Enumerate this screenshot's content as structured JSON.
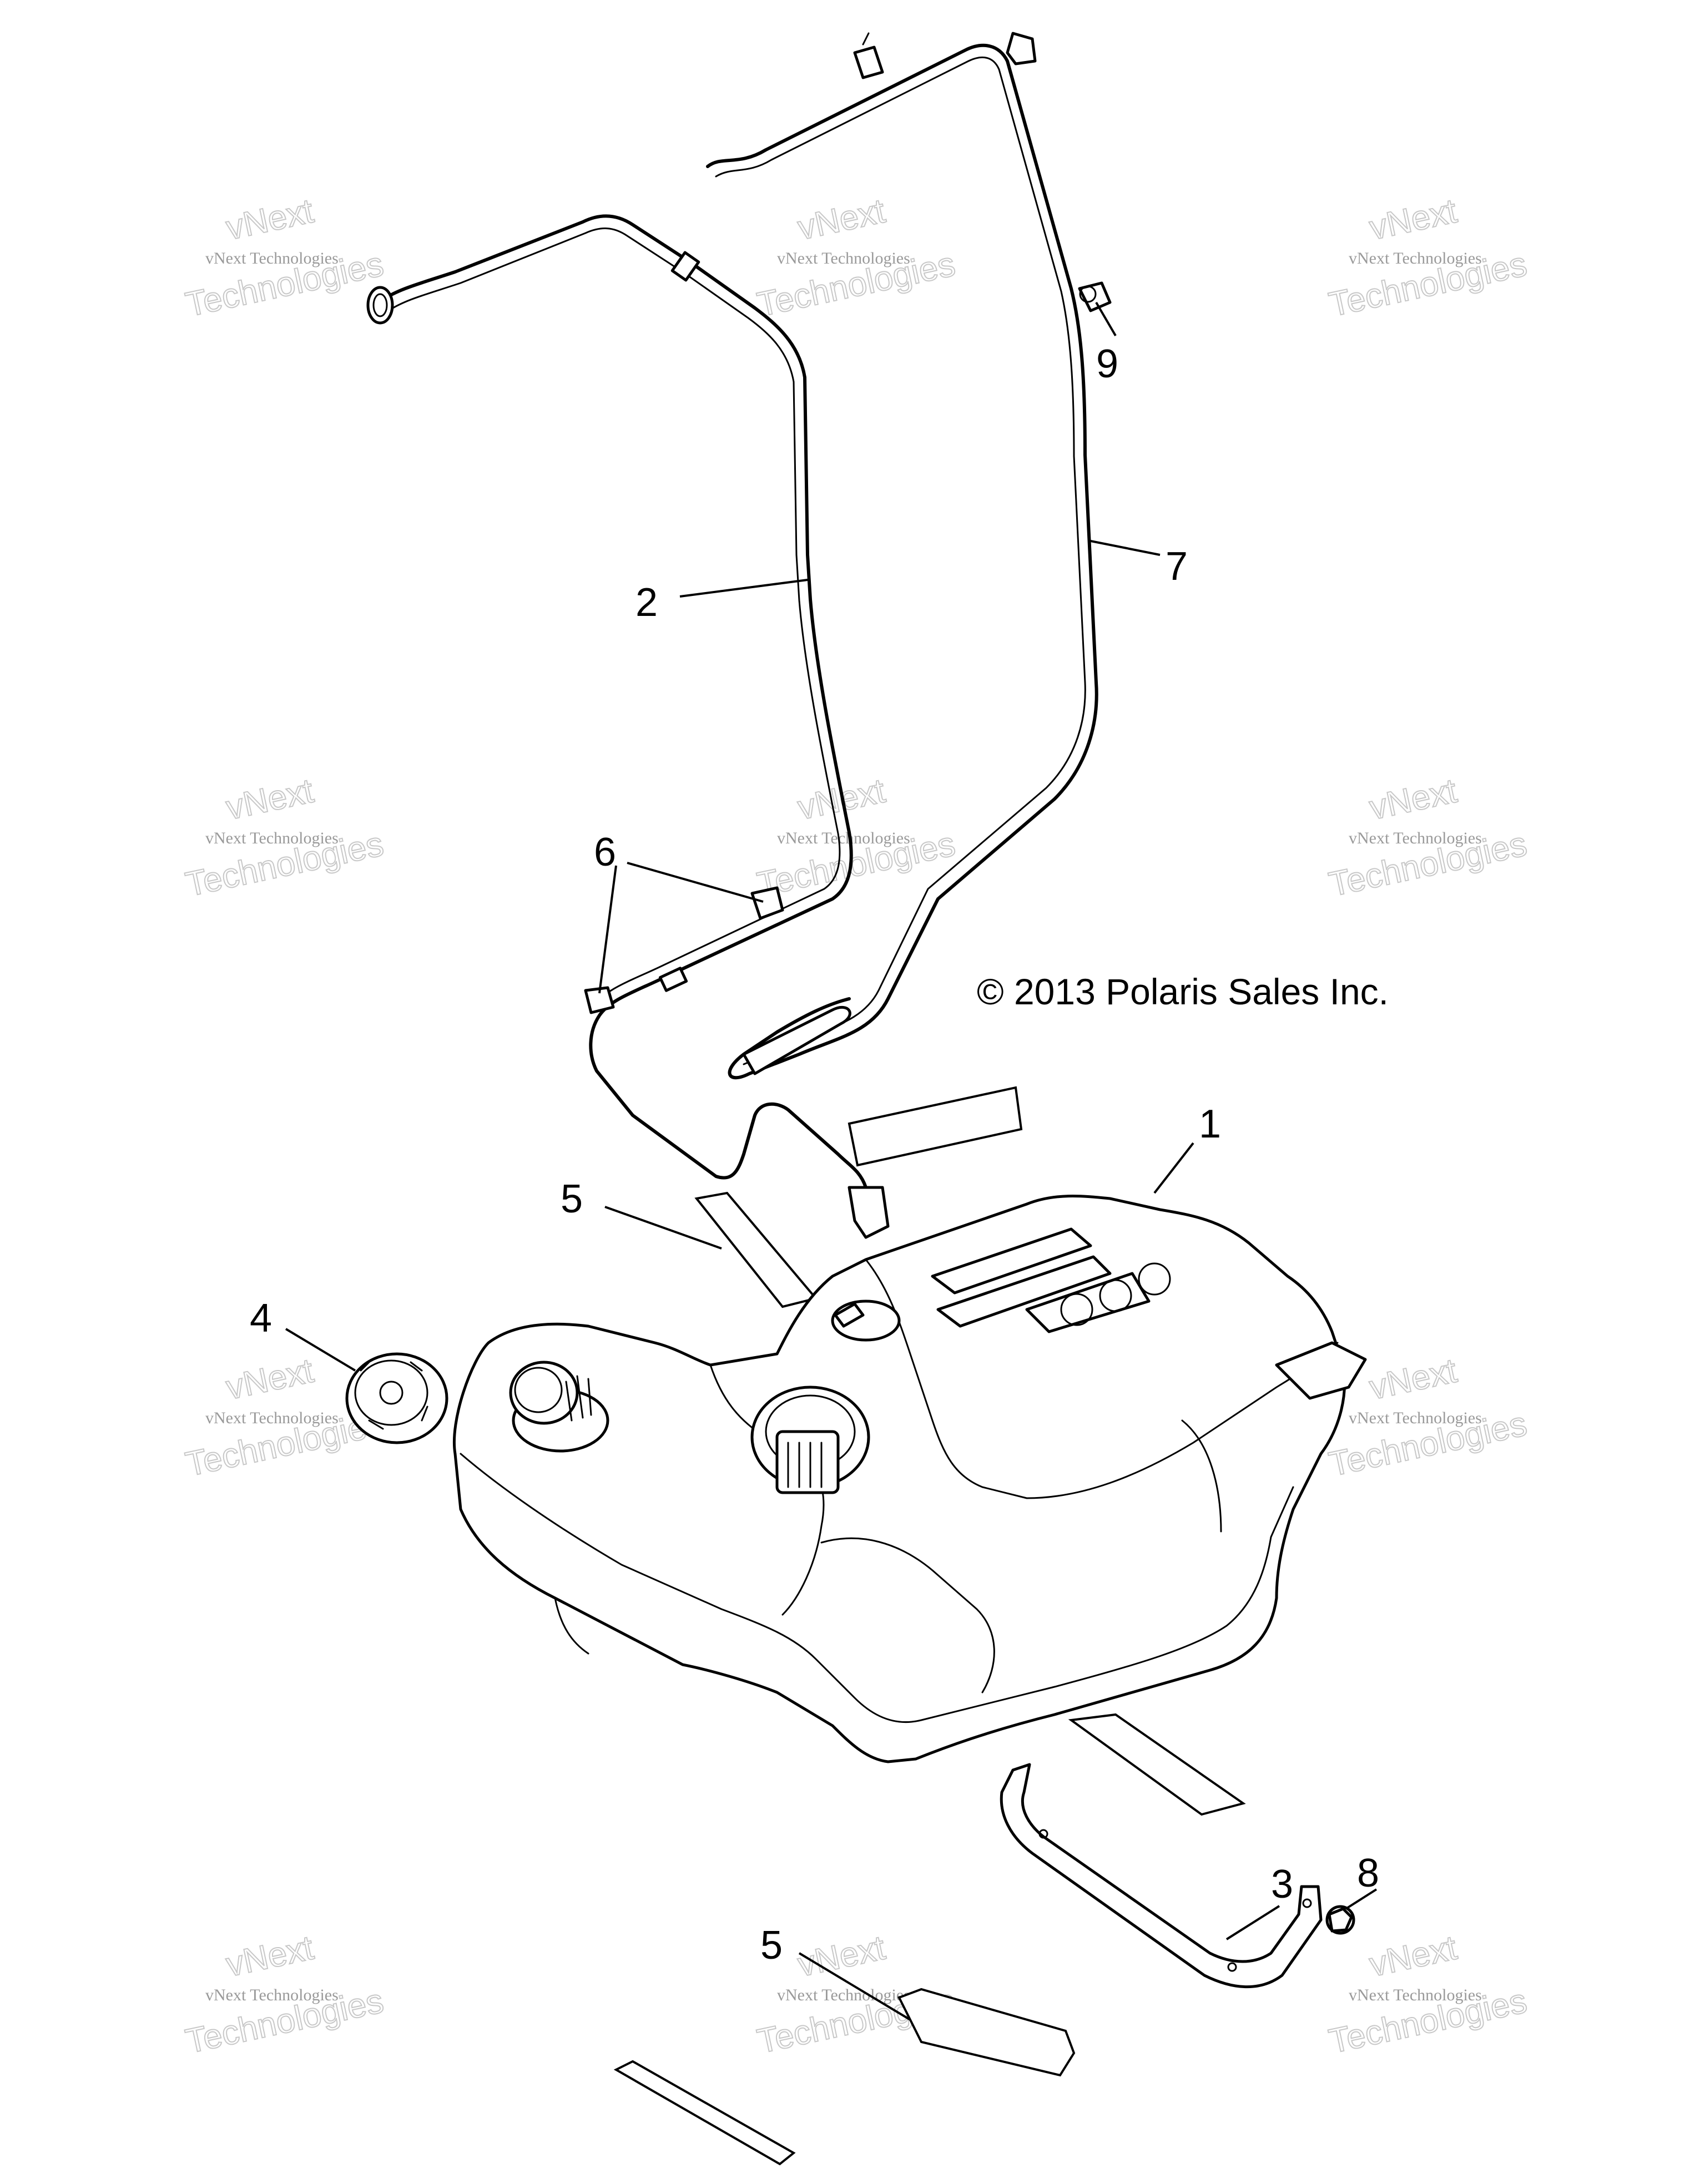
{
  "copyright": "© 2013 Polaris Sales Inc.",
  "watermark": {
    "line1": "vNext Technologies",
    "line2": "vNext",
    "line3": "Technologies"
  },
  "callouts": [
    {
      "id": "c1",
      "label": "1"
    },
    {
      "id": "c2",
      "label": "2"
    },
    {
      "id": "c3",
      "label": "3"
    },
    {
      "id": "c4",
      "label": "4"
    },
    {
      "id": "c5a",
      "label": "5"
    },
    {
      "id": "c5b",
      "label": "5"
    },
    {
      "id": "c6",
      "label": "6"
    },
    {
      "id": "c7",
      "label": "7"
    },
    {
      "id": "c8",
      "label": "8"
    },
    {
      "id": "c9",
      "label": "9"
    }
  ]
}
